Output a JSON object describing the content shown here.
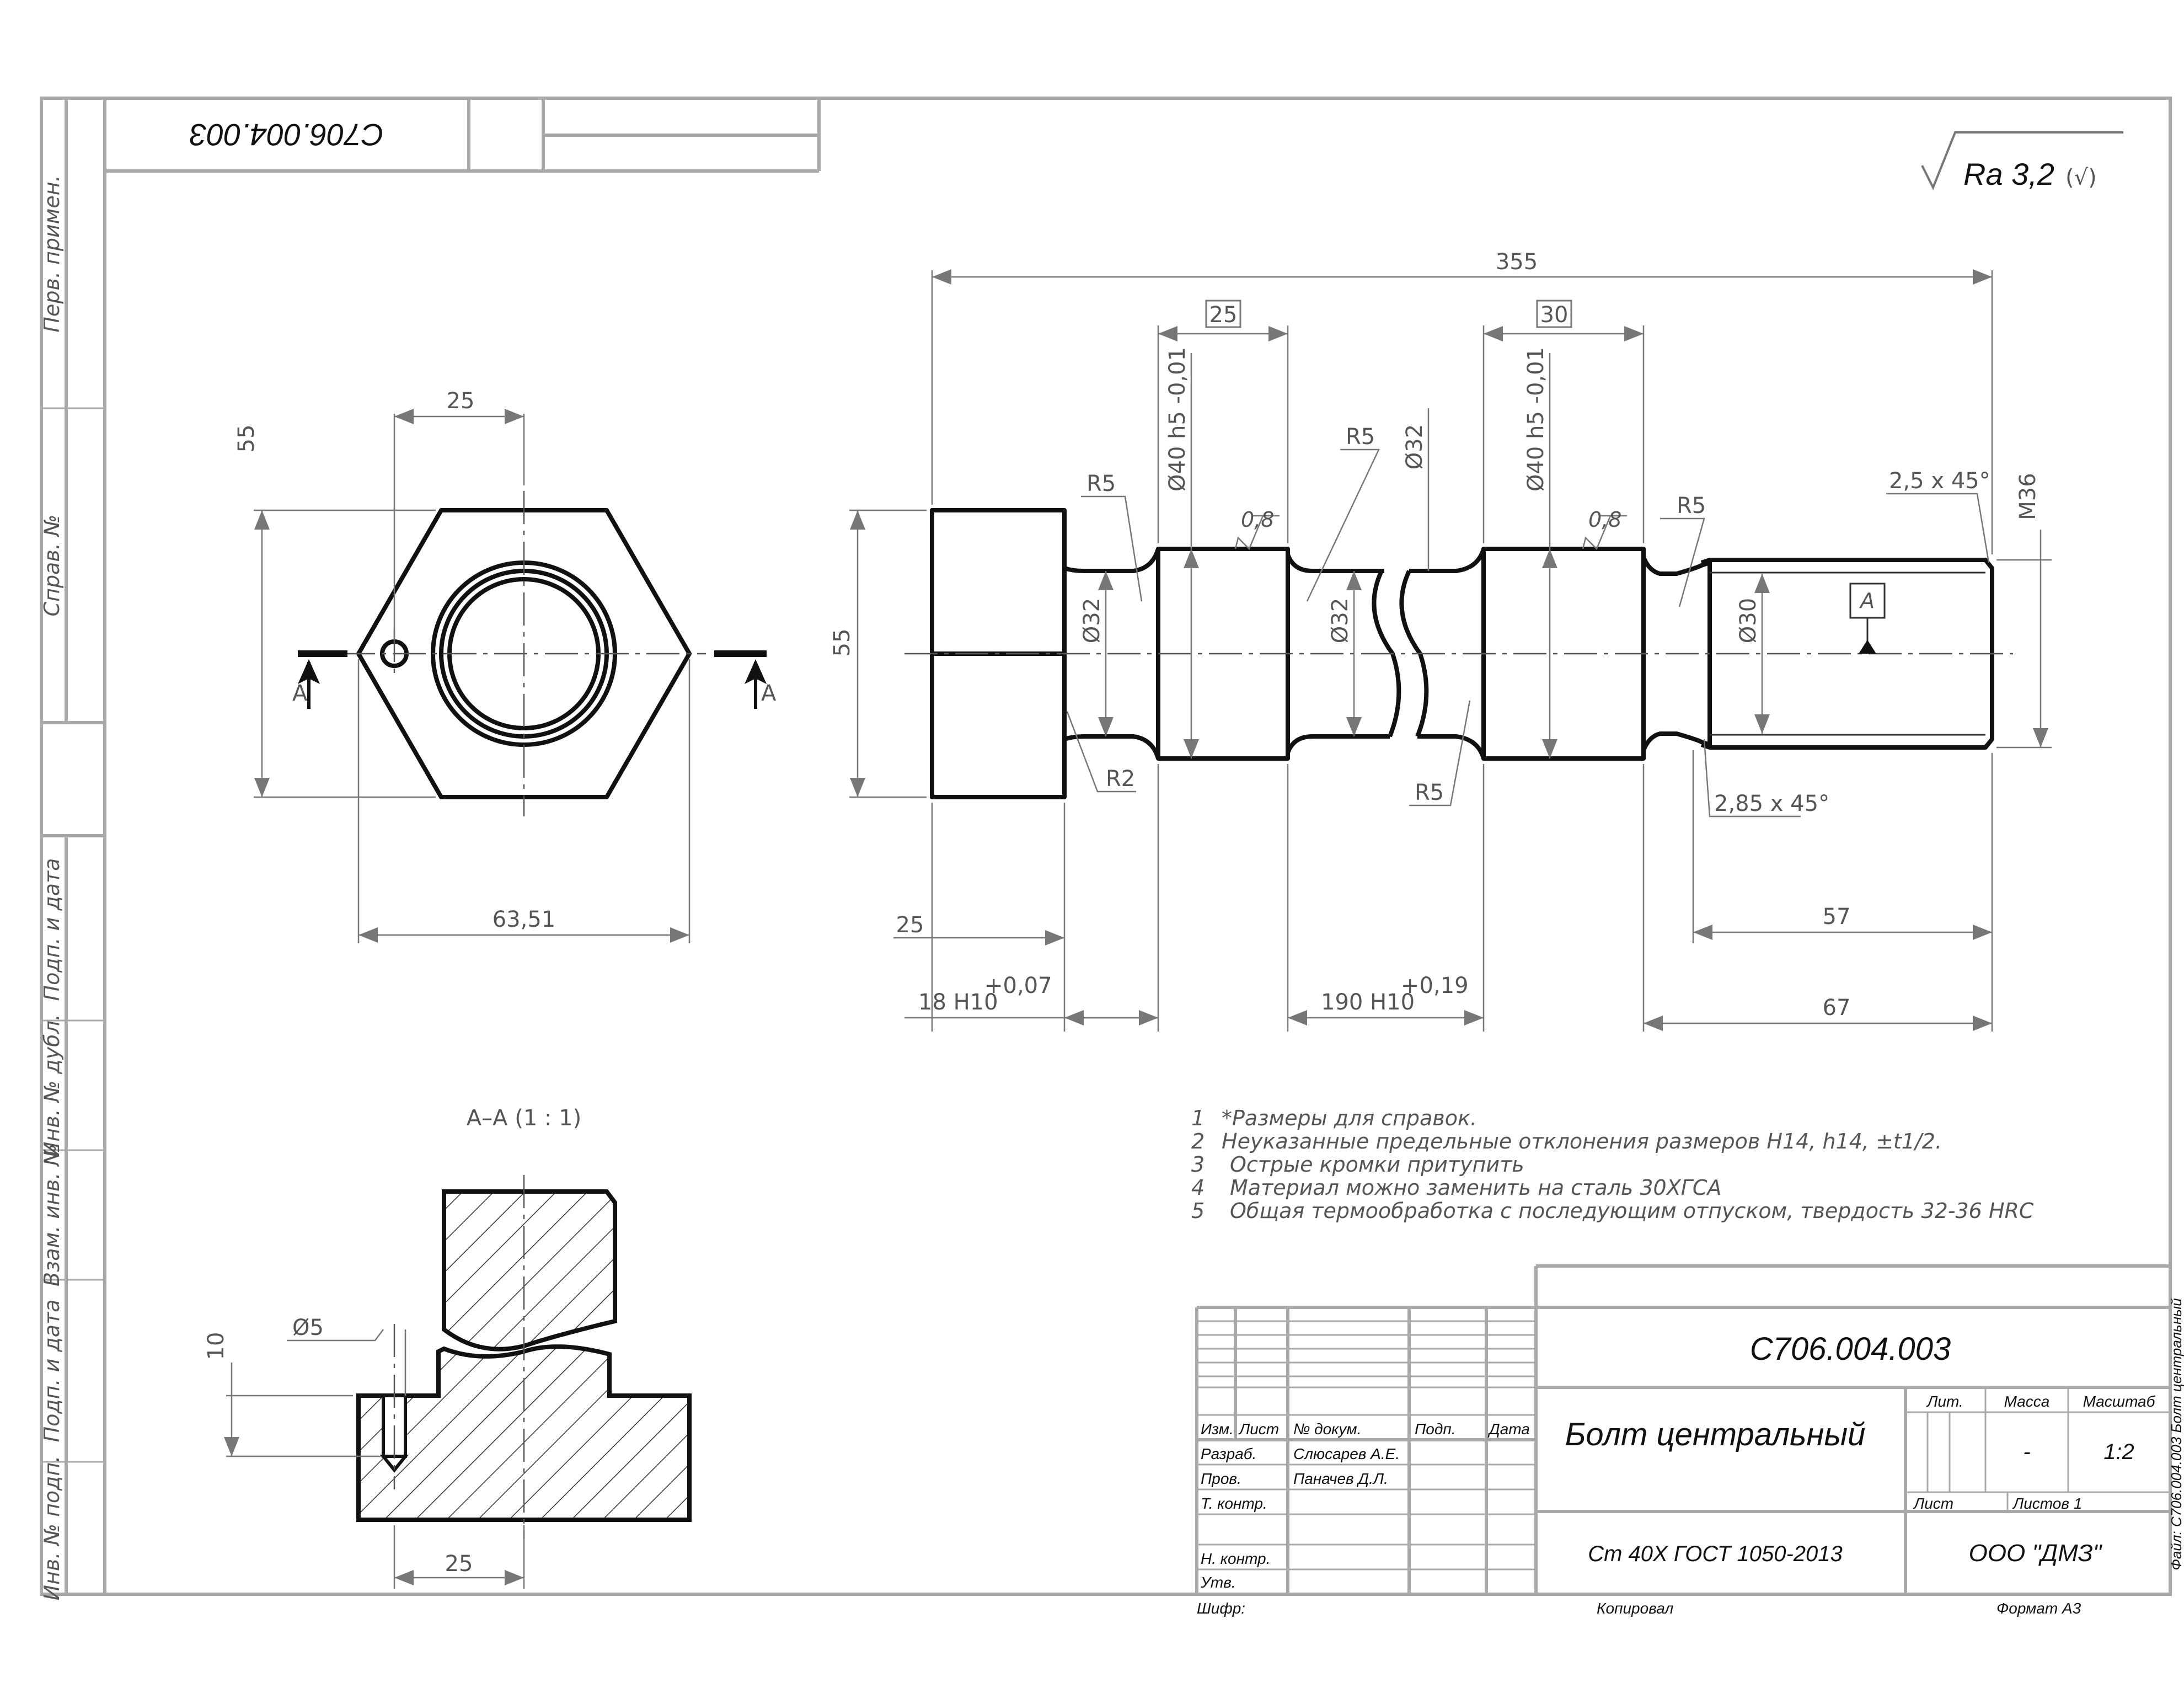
{
  "doc_code": "С706.004.003",
  "doc_code_rotated": "С706.004.003",
  "roughness": {
    "symbol": "Ra 3,2",
    "suffix": "(√)"
  },
  "left_strip": [
    "Перв. примен.",
    "Справ. №",
    "Подп. и дата",
    "Инв. № дубл.",
    "Взам. инв. №",
    "Подп. и дата",
    "Инв. № подп."
  ],
  "end_view": {
    "dims": {
      "top": "25",
      "height": "55",
      "width": "63,51"
    },
    "section_mark": "A"
  },
  "side_view": {
    "dims": {
      "overall": "355",
      "box25": "25",
      "box30": "30",
      "head_height": "55",
      "head_len": "25",
      "d40a": "Ø40 h5 -0,01",
      "d40b": "Ø40 h5 -0,01",
      "d32_top": "Ø32",
      "d32_left": "Ø32",
      "d32_mid": "Ø32",
      "d30": "Ø30",
      "m36": "M36",
      "r5_1": "R5",
      "r5_2": "R5",
      "r5_3": "R5",
      "r5_4": "R5",
      "r2": "R2",
      "ch1": "2,5 x 45°",
      "ch2": "2,85 x 45°",
      "l18": "18 H10",
      "l18_tol": "+0,07",
      "l190": "190 H10",
      "l190_tol": "+0,19",
      "l57": "57",
      "l67": "67",
      "rough1": "0,8",
      "rough2": "0,8",
      "datum": "A"
    }
  },
  "section_view": {
    "title": "А–А (1 : 1)",
    "dims": {
      "hole": "Ø5",
      "depth": "10",
      "width": "25"
    }
  },
  "notes": [
    {
      "n": "1",
      "text": "*Размеры для справок."
    },
    {
      "n": "2",
      "text": "Неуказанные предельные отклонения размеров H14, h14, ±t1/2."
    },
    {
      "n": "3",
      "text": "Острые кромки притупить"
    },
    {
      "n": "4",
      "text": "Материал можно заменить на сталь 30ХГСА"
    },
    {
      "n": "5",
      "text": "Общая термообработка с последующим отпуском, твердость 32-36 HRC"
    }
  ],
  "title_block": {
    "code": "С706.004.003",
    "name": "Болт центральный",
    "material": "Ст 40Х ГОСТ 1050-2013",
    "org": "ООО \"ДМЗ\"",
    "headers": {
      "izm": "Изм.",
      "list": "Лист",
      "doc": "№ докум.",
      "sign": "Подп.",
      "date": "Дата"
    },
    "roles": {
      "razrab": "Разраб.",
      "prov": "Пров.",
      "tkontr": "Т. контр.",
      "nkontr": "Н. контр.",
      "utv": "Утв."
    },
    "people": {
      "razrab": "Слюсарев А.Е.",
      "prov": "Паначев Д.Л."
    },
    "lit": "Лит.",
    "massa": "Масса",
    "massa_val": "-",
    "masshtab": "Масштаб",
    "masshtab_val": "1:2",
    "sheet": "Лист",
    "sheets": "Листов 1"
  },
  "footer": {
    "shifr": "Шифр:",
    "copied": "Копировал",
    "format": "Формат А3",
    "file": "Файл: С706.004.003 Болт центральный"
  }
}
